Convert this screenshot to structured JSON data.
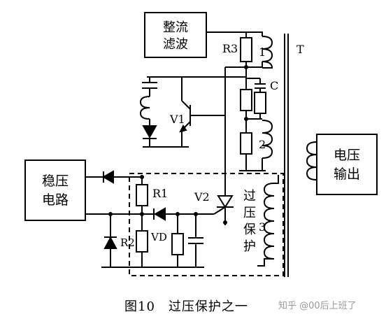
{
  "blocks": {
    "rectifier_line1": "整流",
    "rectifier_line2": "滤波",
    "regulator_line1": "稳压",
    "regulator_line2": "电路",
    "output_line1": "电压",
    "output_line2": "输出",
    "protect_chars": [
      "过",
      "压",
      "保",
      "护"
    ]
  },
  "labels": {
    "r3": "R3",
    "r1": "R1",
    "r2": "R2",
    "v1": "V1",
    "v2": "V2",
    "vd": "VD",
    "c": "C",
    "t": "T",
    "w1": "1",
    "w2": "2",
    "w3": "3"
  },
  "caption": {
    "figure": "图10　过压保护之一",
    "watermark": "知乎 @00后上班了"
  }
}
